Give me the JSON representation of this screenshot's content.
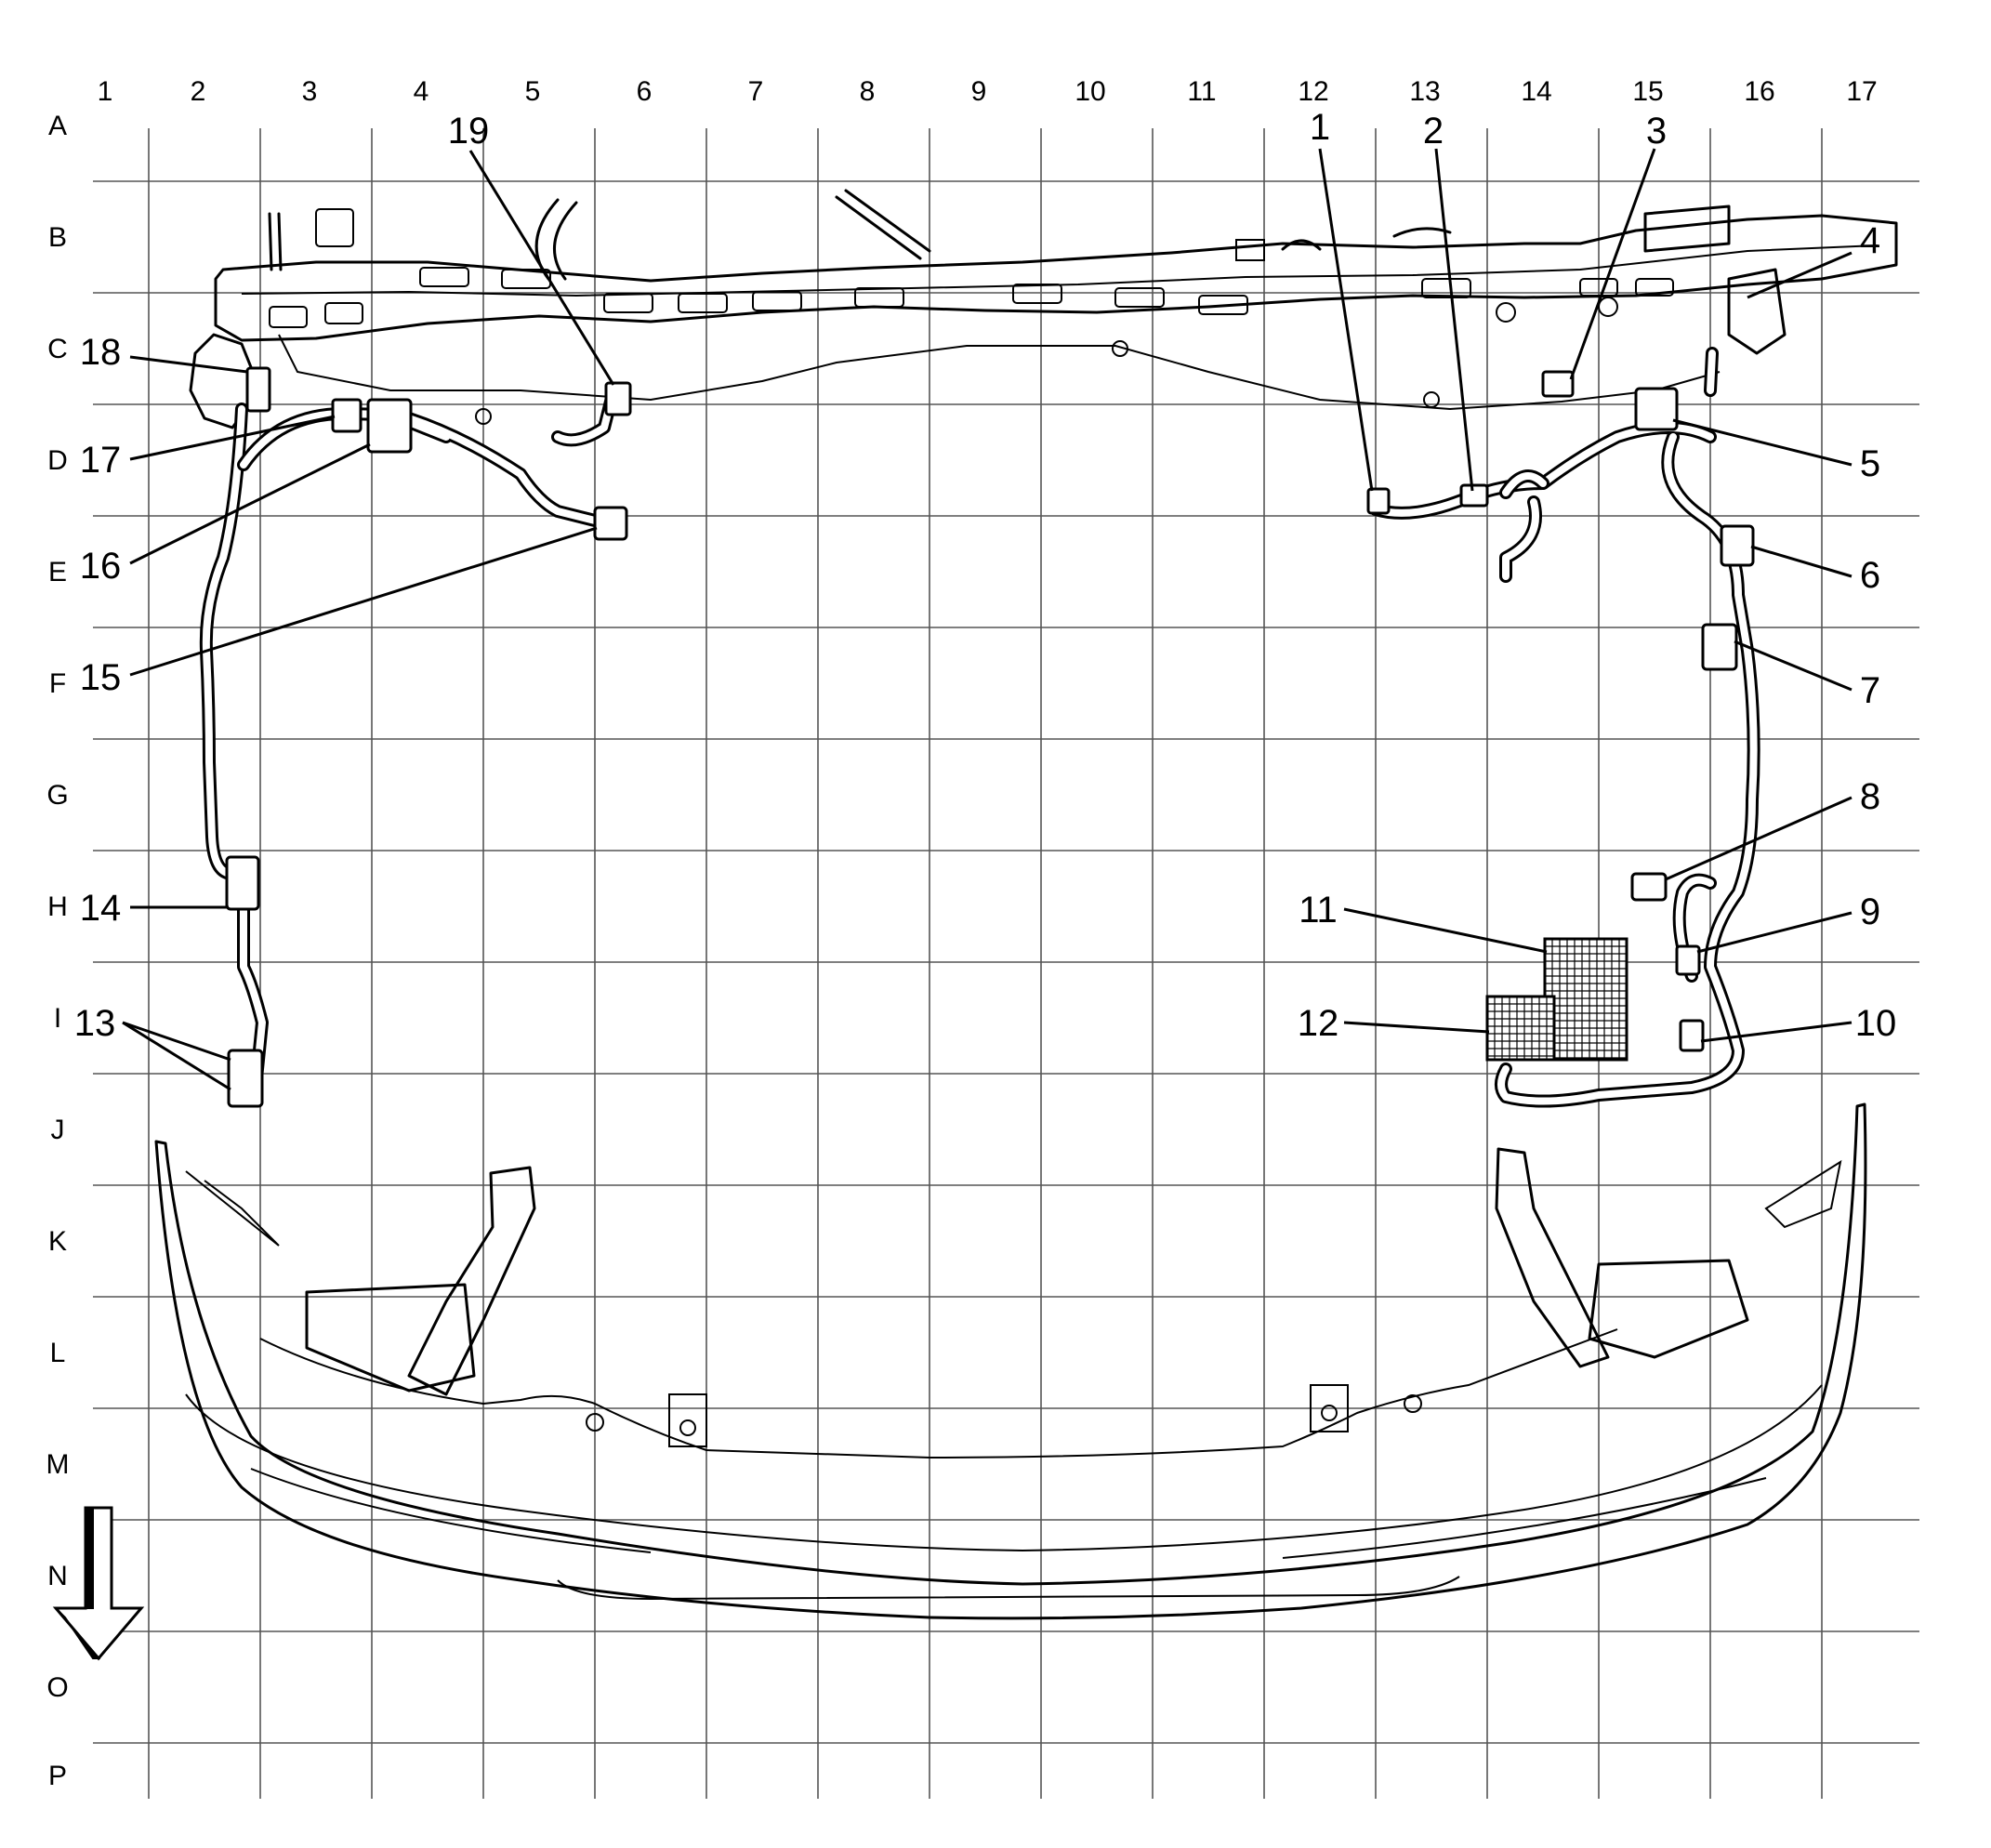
{
  "grid": {
    "columns": [
      "1",
      "2",
      "3",
      "4",
      "5",
      "6",
      "7",
      "8",
      "9",
      "10",
      "11",
      "12",
      "13",
      "14",
      "15",
      "16",
      "17"
    ],
    "rows": [
      "A",
      "B",
      "C",
      "D",
      "E",
      "F",
      "G",
      "H",
      "I",
      "J",
      "K",
      "L",
      "M",
      "N",
      "O",
      "P"
    ]
  },
  "callouts": {
    "c1": "1",
    "c2": "2",
    "c3": "3",
    "c4": "4",
    "c5": "5",
    "c6": "6",
    "c7": "7",
    "c8": "8",
    "c9": "9",
    "c10": "10",
    "c11": "11",
    "c12": "12",
    "c13": "13",
    "c14": "14",
    "c15": "15",
    "c16": "16",
    "c17": "17",
    "c18": "18",
    "c19": "19"
  },
  "icons": {
    "direction_arrow": "arrow-down-icon"
  },
  "colors": {
    "grid": "#555555",
    "ink": "#000000",
    "paper": "#ffffff"
  }
}
